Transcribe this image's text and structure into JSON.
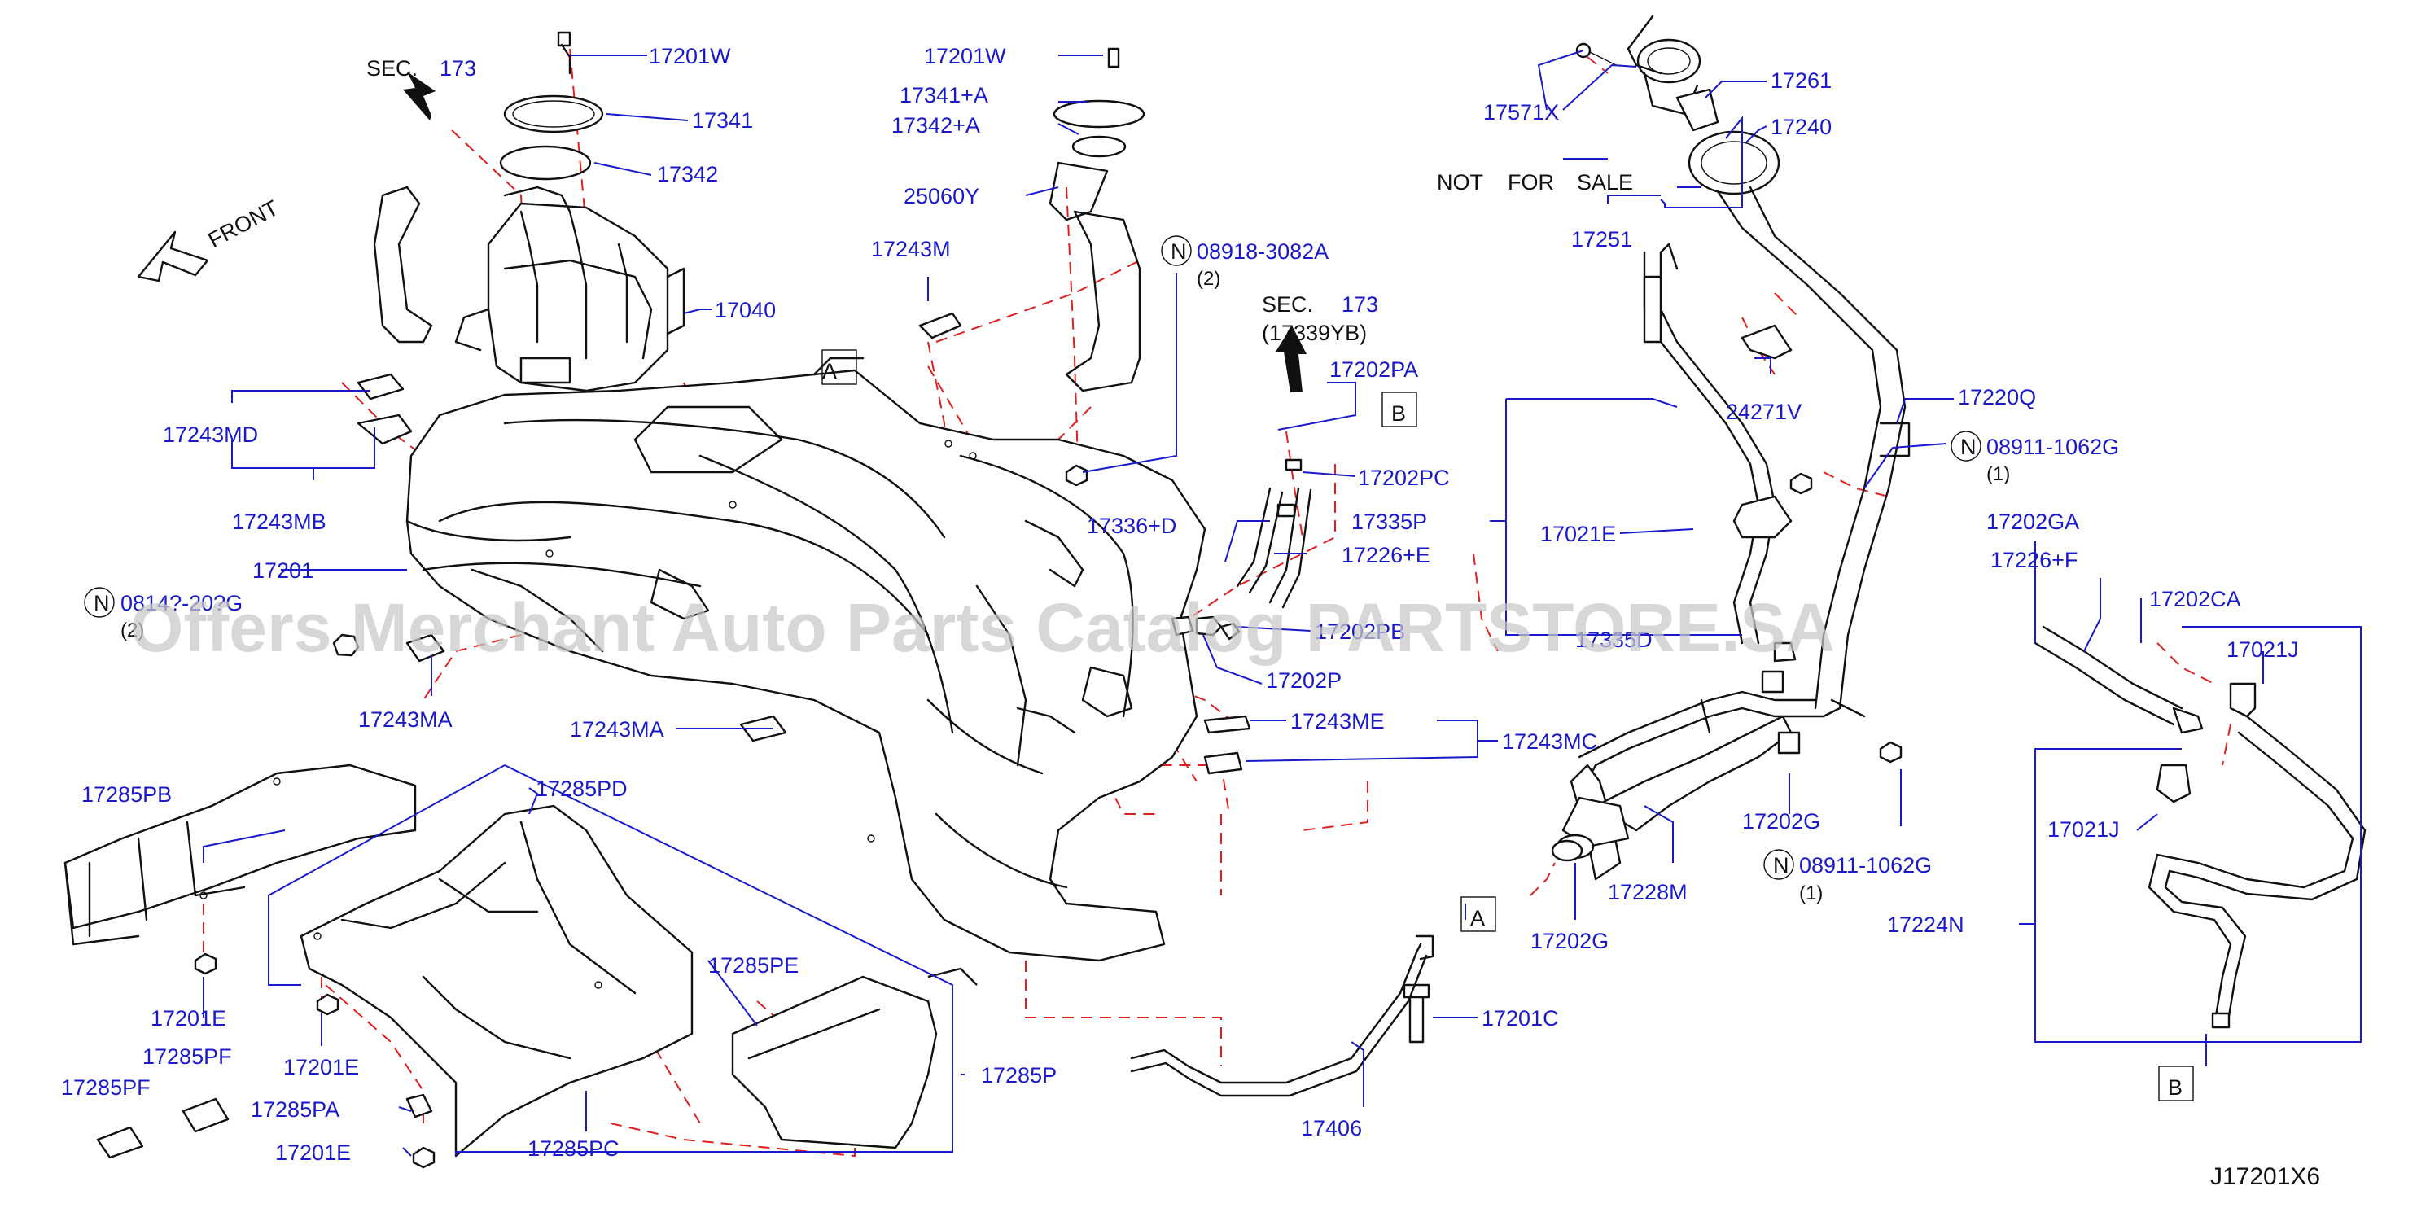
{
  "diagram_id": "J17201X6",
  "watermark": "Offers Merchant Auto Parts Catalog PARTSTORE.SA",
  "front_label": "FRONT",
  "sections": [
    {
      "prefix": "SEC.",
      "num": "173",
      "sub": ""
    },
    {
      "prefix": "SEC.",
      "num": "173",
      "sub": "(17339YB)"
    }
  ],
  "not_for_sale": [
    "NOT",
    "FOR",
    "SALE"
  ],
  "refs": [
    "A",
    "B",
    "A",
    "B"
  ],
  "nut_symbol": "N",
  "part_labels": [
    "17201W",
    "17341",
    "17342",
    "17040",
    "17243MD",
    "17243MB",
    "17201",
    "17243MA",
    "17201W",
    "17341+A",
    "17342+A",
    "25060Y",
    "17243M",
    "08918-3082A",
    "(2)",
    "17202PA",
    "17202PC",
    "17336+D",
    "17335P",
    "17226+E",
    "17202PB",
    "17202P",
    "17243MA",
    "17243ME",
    "17243MC",
    "17285PB",
    "17285PD",
    "17285PE",
    "17201E",
    "17285PF",
    "17285PF",
    "17201E",
    "17285PA",
    "17201E",
    "17285PC",
    "17285P",
    "17406",
    "17201C",
    "17571X",
    "17261",
    "17240",
    "17251",
    "24271V",
    "17220Q",
    "08911-1062G",
    "(1)",
    "17021E",
    "17202GA",
    "17226+F",
    "17202CA",
    "17021J",
    "17021J",
    "17335D",
    "17202G",
    "08911-1062G",
    "(1)",
    "17228M",
    "17202G",
    "17224N",
    "0814?-20?G",
    "(2)"
  ]
}
